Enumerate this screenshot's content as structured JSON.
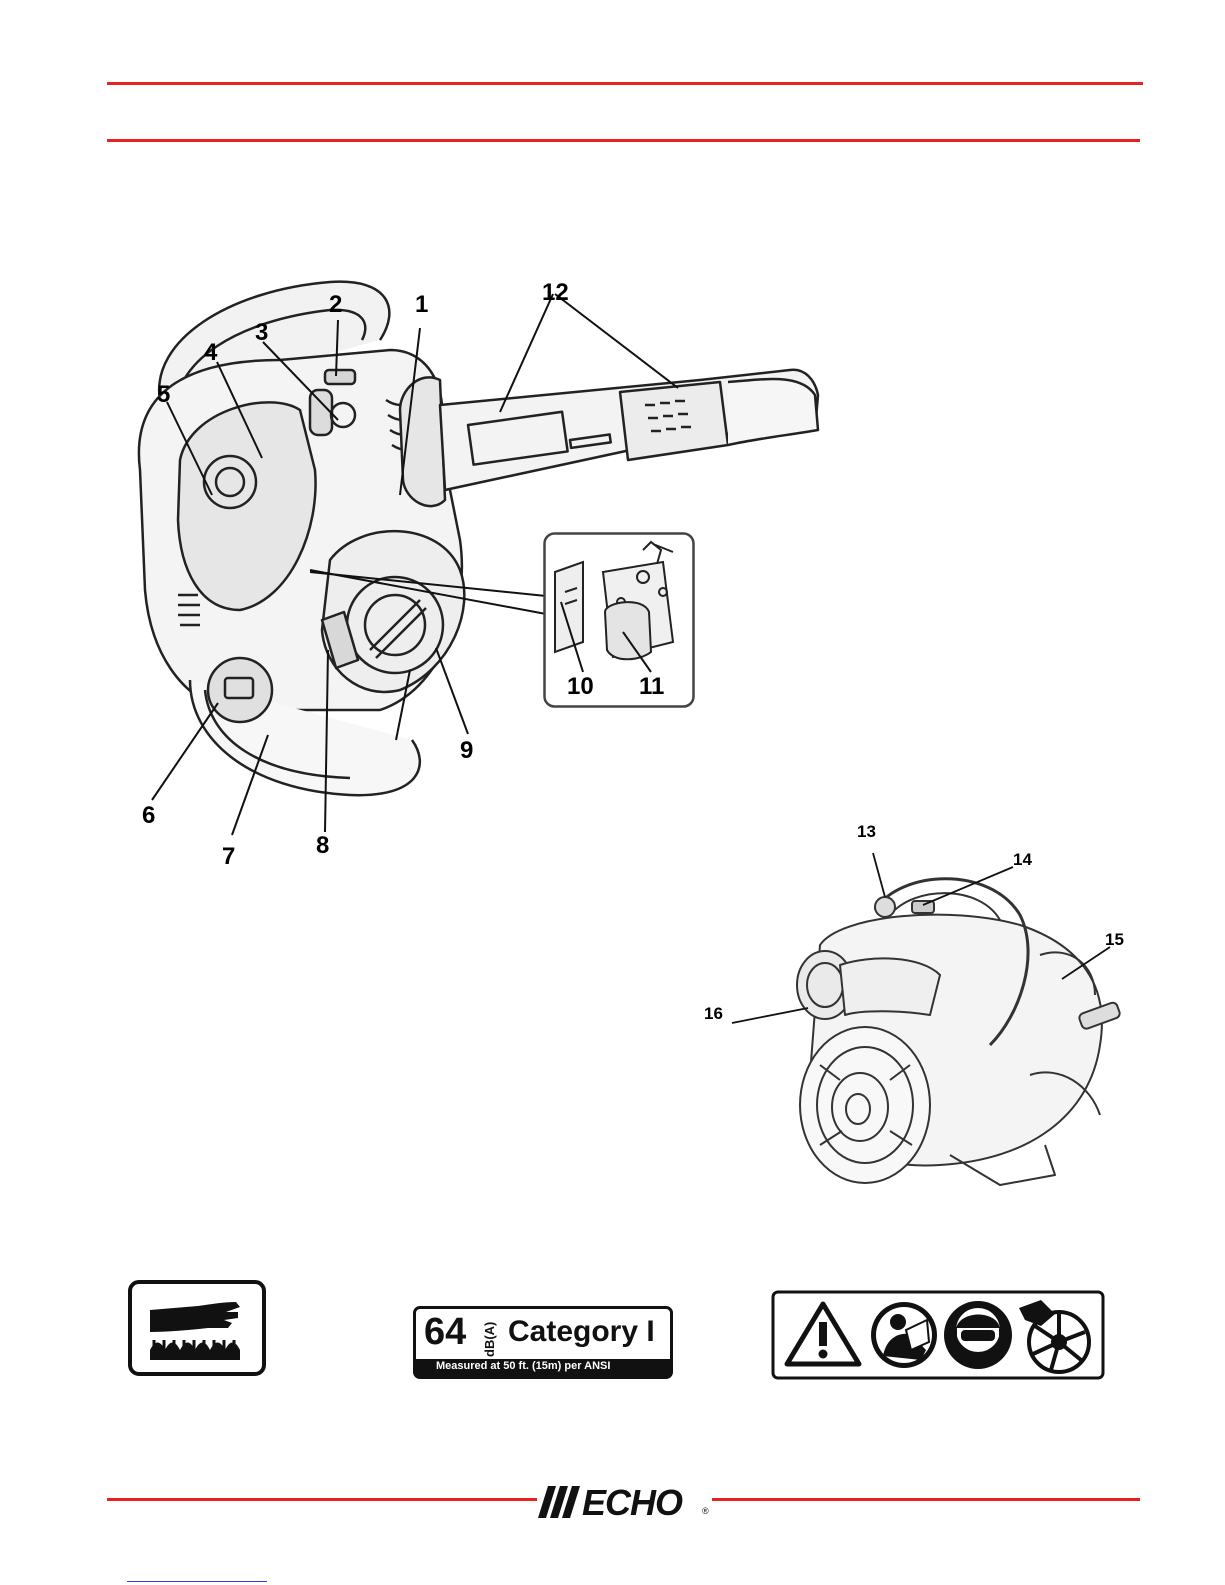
{
  "page": {
    "accent_color": "#e8211f",
    "link_color": "#3a3ad8"
  },
  "figure_main": {
    "callouts": [
      "1",
      "2",
      "3",
      "4",
      "5",
      "6",
      "7",
      "8",
      "9",
      "10",
      "11",
      "12"
    ]
  },
  "figure_rear": {
    "callouts": [
      "13",
      "14",
      "15",
      "16"
    ]
  },
  "labels": {
    "hot_surface": {
      "icon": "hot-surface-hand-icon"
    },
    "noise": {
      "value": "64",
      "unit": "dB(A)",
      "category": "Category I",
      "note": "Measured at 50 ft. (15m) per ANSI"
    },
    "safety": {
      "icons": [
        "warning-triangle-icon",
        "read-manual-icon",
        "eye-ear-protection-icon",
        "fan-hazard-icon"
      ]
    }
  },
  "footer": {
    "logo": "ECHO",
    "trademark": "®"
  }
}
